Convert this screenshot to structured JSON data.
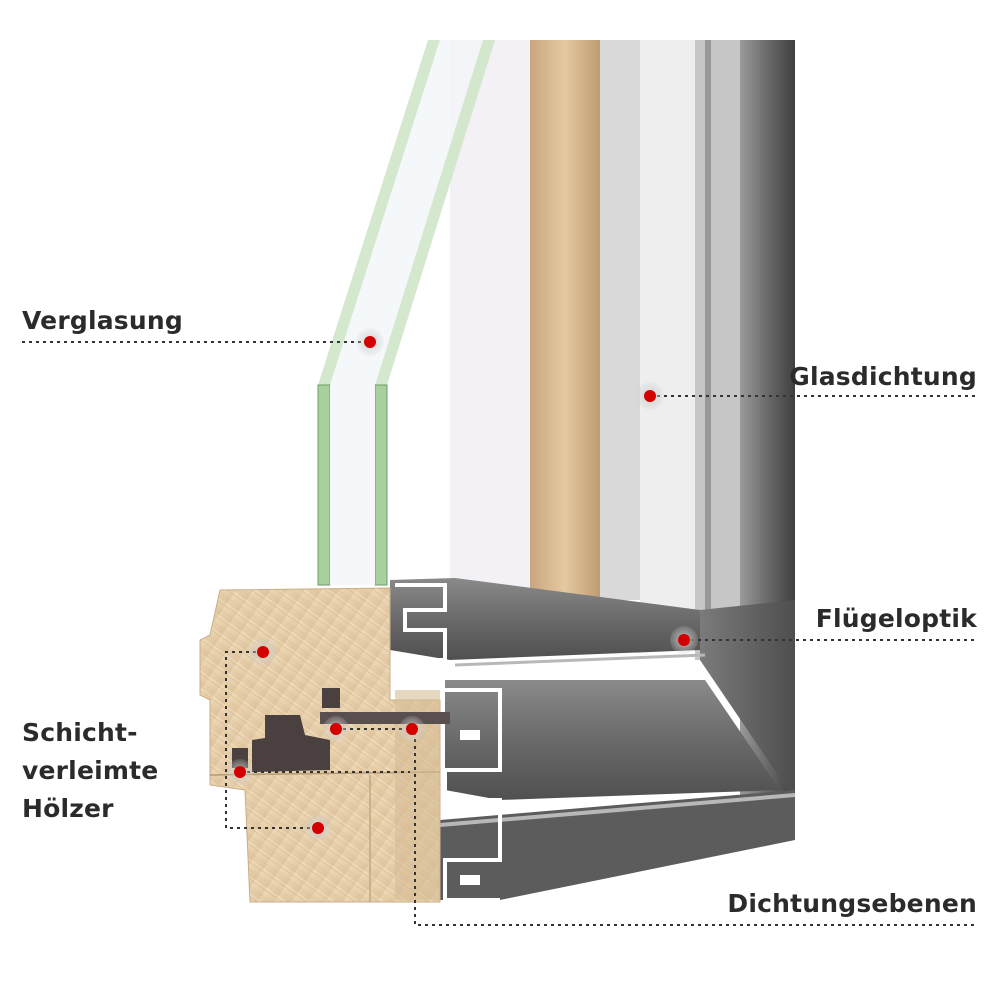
{
  "labels": {
    "verglasung": "Verglasung",
    "glasdichtung": "Glasdichtung",
    "flugeloptik": "Flügeloptik",
    "dichtungsebenen": "Dichtungsebenen",
    "schicht_line1": "Schicht-",
    "schicht_line2": "verleimte",
    "schicht_line3": "Hölzer"
  },
  "colors": {
    "marker": "#d40000",
    "aluminium": "#6b6b6b",
    "wood": "#e9d2ad",
    "glass_edge": "#8fbf8a",
    "leader": "#333333"
  }
}
